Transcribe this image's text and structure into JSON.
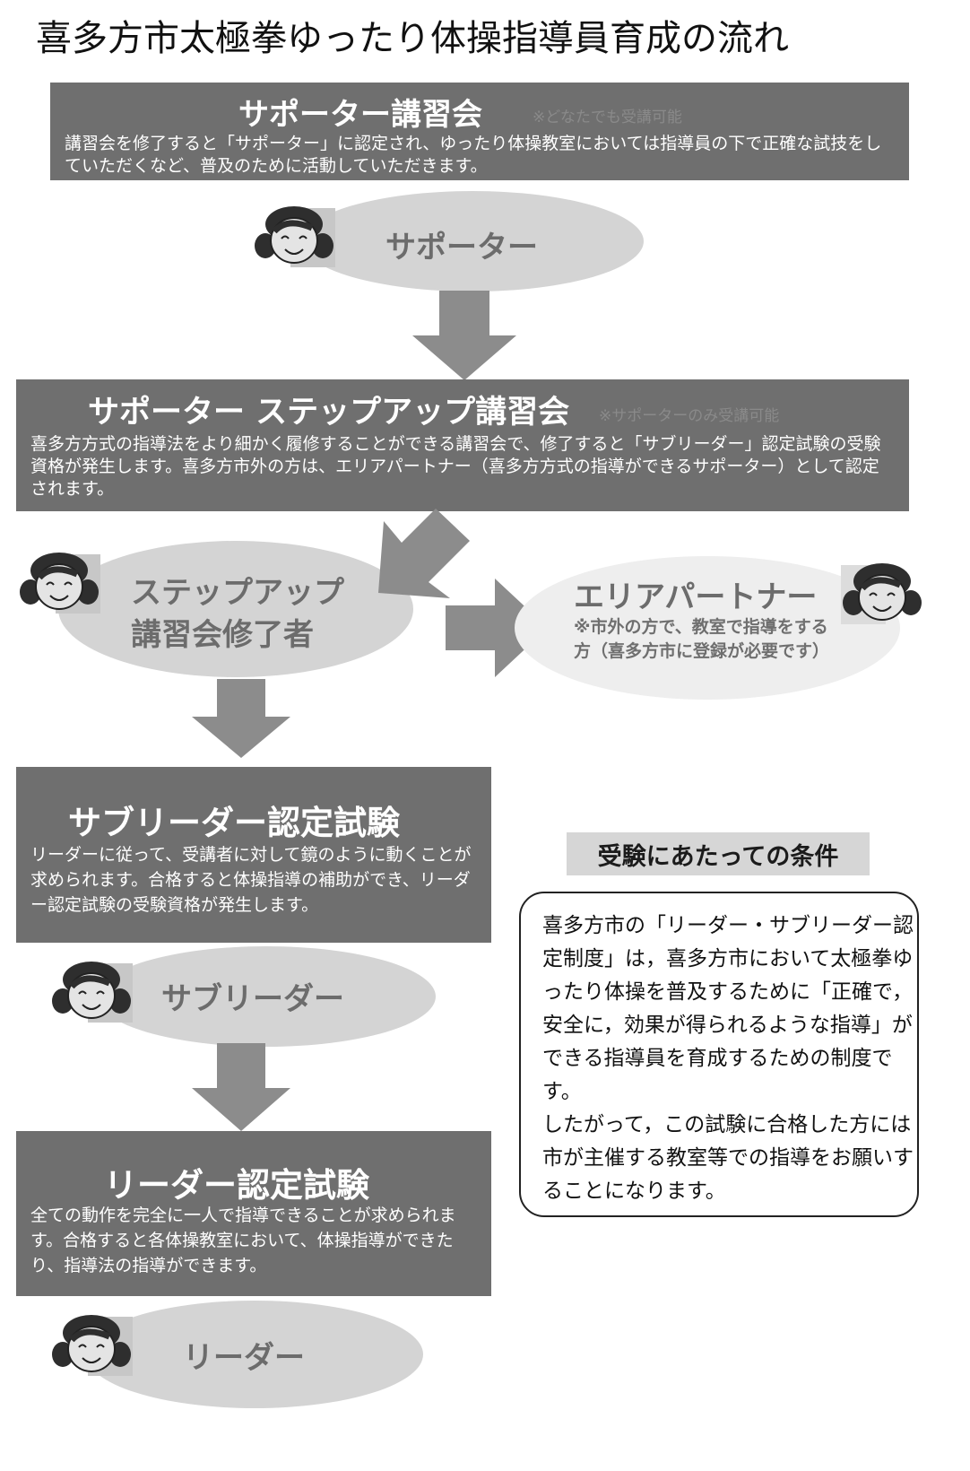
{
  "page_title": "喜多方市太極拳ゆったり体操指導員育成の流れ",
  "supporter_course": {
    "title": "サポーター講習会",
    "note": "※どなたでも受講可能",
    "description": "講習会を修了すると「サポーター」に認定され、ゆったり体操教室においては指導員の下で正確な試技をしていただくなど、普及のために活動していただきます。"
  },
  "supporter_status": {
    "label": "サポーター"
  },
  "stepup_course": {
    "title": "サポーター ステップアップ講習会",
    "note": "※サポーターのみ受講可能",
    "description": "喜多方方式の指導法をより細かく履修することができる講習会で、修了すると「サブリーダー」認定試験の受験資格が発生します。喜多方市外の方は、エリアパートナー（喜多方方式の指導ができるサポーター）として認定されます。"
  },
  "stepup_status": {
    "label_line1": "ステップアップ",
    "label_line2": "講習会修了者"
  },
  "area_partner": {
    "label": "エリアパートナー",
    "note": "※市外の方で、教室で指導をする方（喜多方市に登録が必要です）"
  },
  "subleader_exam": {
    "title": "サブリーダー認定試験",
    "description": "リーダーに従って、受講者に対して鏡のように動くことが求められます。合格すると体操指導の補助ができ、リーダー認定試験の受験資格が発生します。"
  },
  "subleader_status": {
    "label": "サブリーダー"
  },
  "leader_exam": {
    "title": "リーダー認定試験",
    "description": "全ての動作を完全に一人で指導できることが求められます。合格すると各体操教室において、体操指導ができたり、指導法の指導ができます。"
  },
  "leader_status": {
    "label": "リーダー"
  },
  "conditions": {
    "heading": "受験にあたっての条件",
    "paragraph1": "喜多方市の「リーダー・サブリーダー認定制度」は，喜多方市において太極拳ゆったり体操を普及するために「正確で，安全に，効果が得られるような指導」ができる指導員を育成するための制度です。",
    "paragraph2": "したがって，この試験に合格した方には市が主催する教室等での指導をお願いすることになります。"
  },
  "colors": {
    "box_fill": "#6f6f6f",
    "arrow_fill": "#8c8c8c",
    "ellipse_fill": "#d4d4d4",
    "ellipse_light": "#eeeeee",
    "label_gray": "#6c6c6c"
  },
  "icons": [
    "smiling-woman-face-icon",
    "down-arrow-icon",
    "diagonal-arrow-icon",
    "right-arrow-icon"
  ]
}
